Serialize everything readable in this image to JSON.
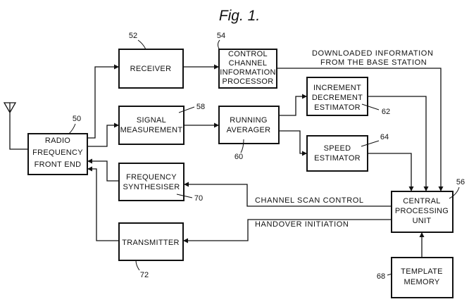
{
  "figure_title": "Fig. 1.",
  "blocks": {
    "rf_front_end": {
      "lines": [
        "RADIO",
        "FREQUENCY",
        "FRONT END"
      ],
      "ref": "50"
    },
    "receiver": {
      "lines": [
        "RECEIVER"
      ],
      "ref": "52"
    },
    "control_channel_processor": {
      "lines": [
        "CONTROL",
        "CHANNEL",
        "INFORMATION",
        "PROCESSOR"
      ],
      "ref": "54"
    },
    "signal_measurement": {
      "lines": [
        "SIGNAL",
        "MEASUREMENT"
      ],
      "ref": "58"
    },
    "running_averager": {
      "lines": [
        "RUNNING",
        "AVERAGER"
      ],
      "ref": "60"
    },
    "inc_dec_estimator": {
      "lines": [
        "INCREMENT",
        "DECREMENT",
        "ESTIMATOR"
      ],
      "ref": "62"
    },
    "speed_estimator": {
      "lines": [
        "SPEED",
        "ESTIMATOR"
      ],
      "ref": "64"
    },
    "cpu": {
      "lines": [
        "CENTRAL",
        "PROCESSING",
        "UNIT"
      ],
      "ref": "56"
    },
    "frequency_synthesiser": {
      "lines": [
        "FREQUENCY",
        "SYNTHESISER"
      ],
      "ref": "70"
    },
    "transmitter": {
      "lines": [
        "TRANSMITTER"
      ],
      "ref": "72"
    },
    "template_memory": {
      "lines": [
        "TEMPLATE",
        "MEMORY"
      ],
      "ref": "68"
    }
  },
  "signals": {
    "downloaded_line1": "DOWNLOADED INFORMATION",
    "downloaded_line2": "FROM THE BASE STATION",
    "channel_scan": "CHANNEL SCAN CONTROL",
    "handover": "HANDOVER INITIATION"
  },
  "colors": {
    "ink": "#111111",
    "background": "#ffffff"
  }
}
